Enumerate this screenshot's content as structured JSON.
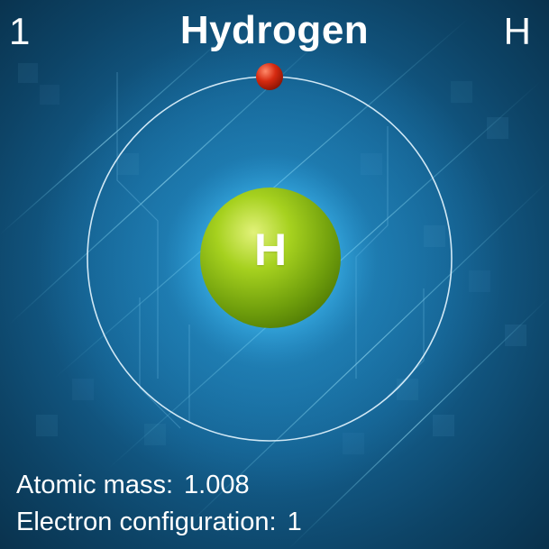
{
  "element": {
    "atomic_number": "1",
    "name": "Hydrogen",
    "symbol": "H",
    "nucleus_label": "H"
  },
  "properties": {
    "atomic_mass_label": "Atomic mass:",
    "atomic_mass_value": "1.008",
    "electron_configuration_label": "Electron configuration:",
    "electron_configuration_value": "1"
  },
  "model": {
    "electron_count": 1,
    "orbit_count": 1
  },
  "colors": {
    "background": "#0d4467",
    "nucleus": "#8fc21d",
    "electron": "#d12a12",
    "orbit": "#e6f6ff",
    "text": "#ffffff"
  }
}
